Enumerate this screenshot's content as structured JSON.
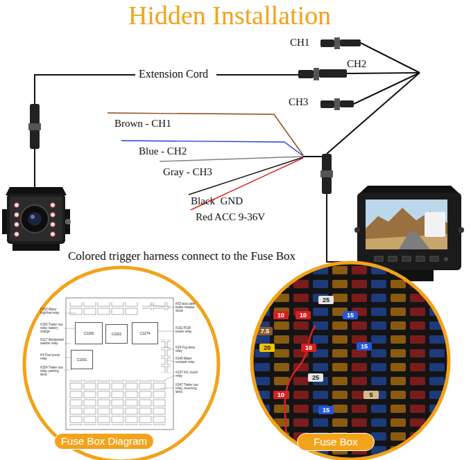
{
  "diagram": {
    "title": "Hidden Installation",
    "nodes": [
      {
        "text": [
          "Fuse Box Diagram"
        ]
      },
      {
        "text": [
          "C1200"
        ],
        "in": 0
      },
      {
        "text": [
          "C1001"
        ],
        "in": 0
      },
      {
        "text": [
          "C1274"
        ],
        "in": 0
      },
      {
        "text": [
          "C1001"
        ],
        "in": 0
      },
      {
        "text": [
          "Fuse Box"
        ]
      }
    ],
    "labels": [
      "Extension Cord",
      "CH1",
      "CH2",
      "CH3",
      "Brown - CH1",
      "Blue - CH2",
      "Gray - CH3",
      "Black  GND",
      "Red ACC 9-36V",
      "Colored trigger harness connect to the Fuse Box",
      "K210 Wiper high/low relay",
      "K353 Trailer tow relay, battery charge",
      "K317 Windshield washer relay",
      "K4 Fuel pump relay",
      "K354 Trailer tow relay, parking lamp",
      "K60 auto park brake release diode",
      "K162 PCM power relay",
      "K26 Fog lamp relay",
      "K140 Wiper run/park relay",
      "K107 A/C clutch relay",
      "K347 Trailer tow relay, reversing lamp",
      "25",
      "10",
      "10",
      "15",
      "7.5",
      "20",
      "10",
      "15",
      "25",
      "10",
      "5",
      "15"
    ]
  }
}
